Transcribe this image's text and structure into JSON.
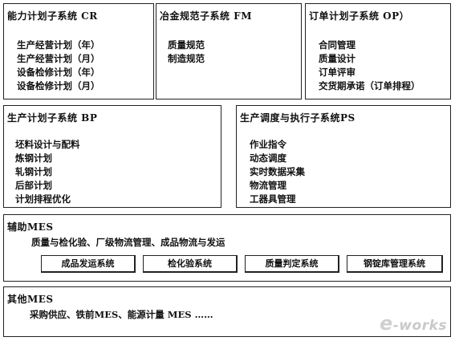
{
  "boxes": {
    "cr": {
      "title": "能力计划子系统 CR",
      "items": [
        "生产经营计划（年）",
        "生产经营计划（月）",
        "设备检修计划（年）",
        "设备检修计划（月）"
      ]
    },
    "fm": {
      "title": "冶金规范子系统 FM",
      "items": [
        "质量规范",
        "制造规范"
      ]
    },
    "op": {
      "title": "订单计划子系统 OP）",
      "items": [
        "合同管理",
        "质量设计",
        "订单评审",
        "交货期承诺（订单排程）"
      ]
    },
    "bp": {
      "title": "生产计划子系统 BP",
      "items": [
        "坯料设计与配料",
        "炼钢计划",
        "轧钢计划",
        "后部计划",
        "计划排程优化"
      ]
    },
    "ps": {
      "title": "生产调度与执行子系统PS",
      "items": [
        "作业指令",
        "动态调度",
        "实时数据采集",
        "物流管理",
        "工器具管理"
      ]
    },
    "aux": {
      "title": "辅助MES",
      "description": "质量与检化验、厂级物流管理、成品物流与发运",
      "subsystems": [
        "成品发运系统",
        "检化验系统",
        "质量判定系统",
        "钢锭库管理系统"
      ]
    },
    "other": {
      "title": "其他MES",
      "description": "采购供应、铁前MES、能源计量 MES ……"
    }
  },
  "watermark": {
    "prefix": "e",
    "text": "-works"
  }
}
